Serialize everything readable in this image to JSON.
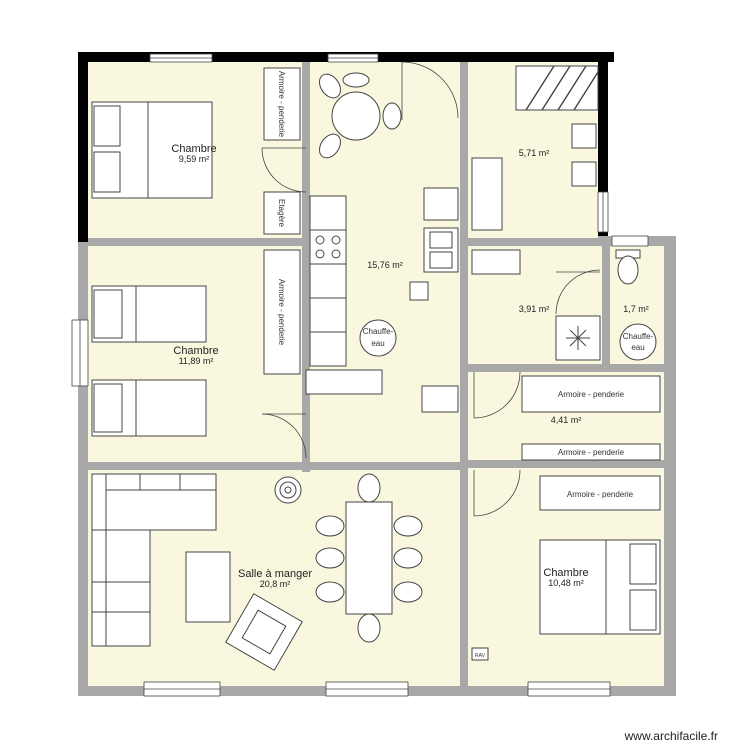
{
  "plan": {
    "colors": {
      "floor": "#FAF7DF",
      "wall_outer": "#000000",
      "wall_inner": "#A8A8A8",
      "furniture_fill": "#FFFFFF",
      "furniture_stroke": "#444444"
    },
    "rooms": [
      {
        "id": "chambre-1",
        "name": "Chambre",
        "area": "9,59 m²"
      },
      {
        "id": "chambre-2",
        "name": "Chambre",
        "area": "11,89 m²"
      },
      {
        "id": "cuisine",
        "name": "",
        "area": "15,76 m²"
      },
      {
        "id": "salle-de-bain",
        "name": "",
        "area": "5,71 m²"
      },
      {
        "id": "buanderie",
        "name": "",
        "area": "3,91 m²"
      },
      {
        "id": "wc",
        "name": "",
        "area": "1,7 m²"
      },
      {
        "id": "couloir",
        "name": "",
        "area": "4,41 m²"
      },
      {
        "id": "salle-a-manger",
        "name": "Salle à manger",
        "area": "20,8 m²"
      },
      {
        "id": "chambre-3",
        "name": "Chambre",
        "area": "10,48 m²"
      }
    ],
    "furniture_labels": {
      "armoire_penderie_1": "Armoire - penderie",
      "armoire_penderie_2": "Armoire - penderie",
      "armoire_penderie_3": "Armoire - penderie",
      "armoire_penderie_4": "Armoire - penderie",
      "armoire_penderie_5": "Armoire - penderie",
      "chauffe_eau_1_l1": "Chauffe-",
      "chauffe_eau_1_l2": "eau",
      "chauffe_eau_2_l1": "Chauffe-",
      "chauffe_eau_2_l2": "eau",
      "small_unit": "Etagère",
      "socket": "RAV"
    },
    "watermark": "www.archifacile.fr"
  }
}
